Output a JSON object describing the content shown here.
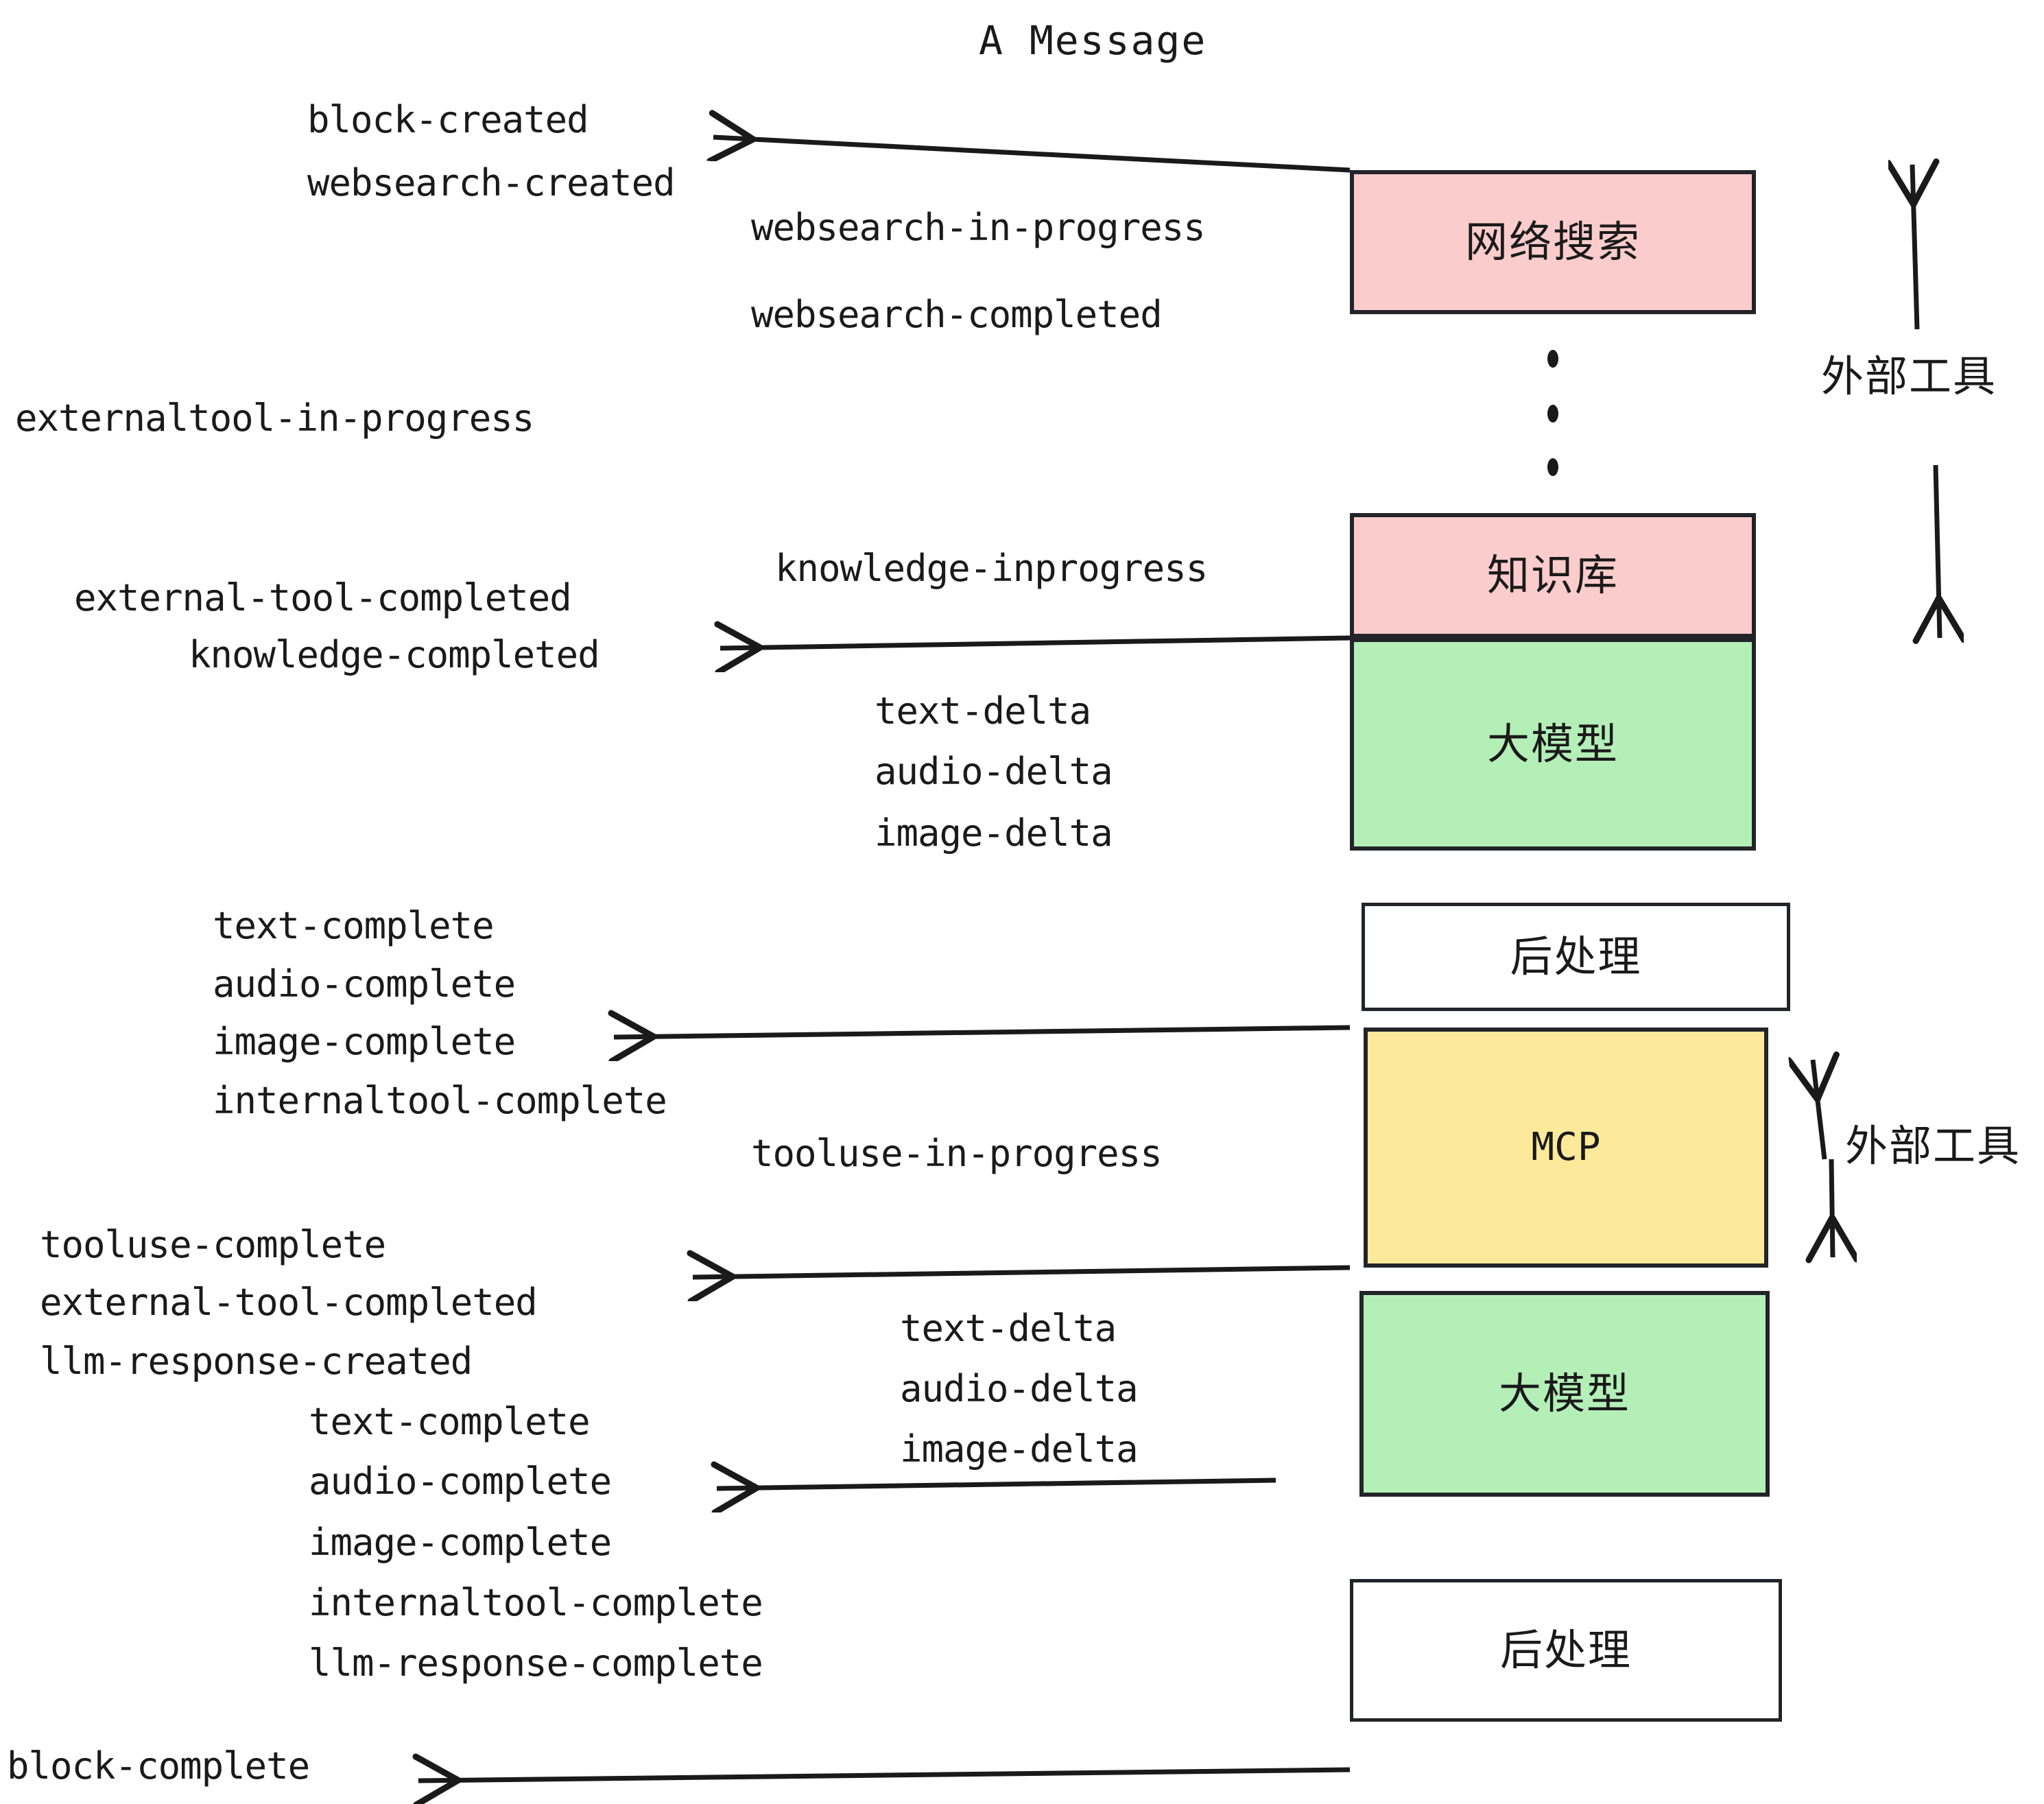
{
  "title": "A Message",
  "colors": {
    "pink": "#FACCCC",
    "green": "#B4EFB8",
    "yellow": "#FCEA9A",
    "white": "#FFFFFF",
    "stroke": "#22242A",
    "text": "#1A1A1A"
  },
  "boxes": {
    "websearch": {
      "label": "网络搜索",
      "fill": "#FACCCC"
    },
    "knowledge": {
      "label": "知识库",
      "fill": "#FACCCC"
    },
    "llm_first": {
      "label": "大模型",
      "fill": "#B4EFB8"
    },
    "postprocess_first": {
      "label": "后处理",
      "fill": "#FFFFFF"
    },
    "mcp": {
      "label": "MCP",
      "fill": "#FCEA9A"
    },
    "llm_second": {
      "label": "大模型",
      "fill": "#B4EFB8"
    },
    "postprocess_second": {
      "label": "后处理",
      "fill": "#FFFFFF"
    }
  },
  "side_labels": {
    "external_tools_top": "外部工具",
    "external_tools_bottom": "外部工具"
  },
  "events": {
    "block_created": "block-created",
    "websearch_created": "websearch-created",
    "websearch_in_progress": "websearch-in-progress",
    "websearch_completed": "websearch-completed",
    "externaltool_in_progress": "externaltool-in-progress",
    "knowledge_inprogress": "knowledge-inprogress",
    "external_tool_completed_1": "external-tool-completed",
    "knowledge_completed": "knowledge-completed",
    "text_delta_1": "text-delta",
    "audio_delta_1": "audio-delta",
    "image_delta_1": "image-delta",
    "text_complete_1": "text-complete",
    "audio_complete_1": "audio-complete",
    "image_complete_1": "image-complete",
    "internaltool_complete_1": "internaltool-complete",
    "tooluse_in_progress": "tooluse-in-progress",
    "tooluse_complete": "tooluse-complete",
    "external_tool_completed_2": "external-tool-completed",
    "llm_response_created": "llm-response-created",
    "text_delta_2": "text-delta",
    "audio_delta_2": "audio-delta",
    "image_delta_2": "image-delta",
    "text_complete_2": "text-complete",
    "audio_complete_2": "audio-complete",
    "image_complete_2": "image-complete",
    "internaltool_complete_2": "internaltool-complete",
    "llm_response_complete": "llm-response-complete",
    "block_complete": "block-complete"
  }
}
